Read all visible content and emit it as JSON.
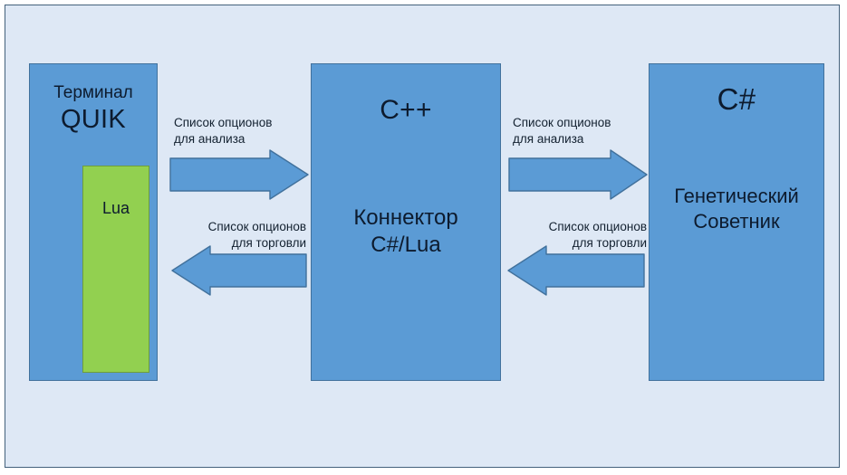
{
  "diagram": {
    "title_visible": false,
    "background_color": "#DEE8F5",
    "border_color": "#44617c",
    "nodes": [
      {
        "id": "terminal",
        "tech_label": "Терминал",
        "name_label": "QUIK",
        "fill_color": "#5B9BD5",
        "child": {
          "id": "lua",
          "label": "Lua",
          "fill_color": "#92D050"
        }
      },
      {
        "id": "connector",
        "tech_label": "C++",
        "name_label": "Коннектор\nC#/Lua",
        "fill_color": "#5B9BD5"
      },
      {
        "id": "advisor",
        "tech_label": "C#",
        "name_label": "Генетический\nСоветник",
        "fill_color": "#5B9BD5"
      }
    ],
    "arrows": [
      {
        "id": "a1",
        "from": "terminal",
        "to": "connector",
        "direction": "right",
        "label": "Список опционов\nдля анализа",
        "fill_color": "#5B9BD5"
      },
      {
        "id": "a2",
        "from": "connector",
        "to": "terminal",
        "direction": "left",
        "label": "Список опционов\nдля  торговли",
        "fill_color": "#5B9BD5"
      },
      {
        "id": "a3",
        "from": "connector",
        "to": "advisor",
        "direction": "right",
        "label": "Список опционов\nдля анализа",
        "fill_color": "#5B9BD5"
      },
      {
        "id": "a4",
        "from": "advisor",
        "to": "connector",
        "direction": "left",
        "label": "Список опционов\nдля  торговли",
        "fill_color": "#5B9BD5"
      }
    ]
  }
}
